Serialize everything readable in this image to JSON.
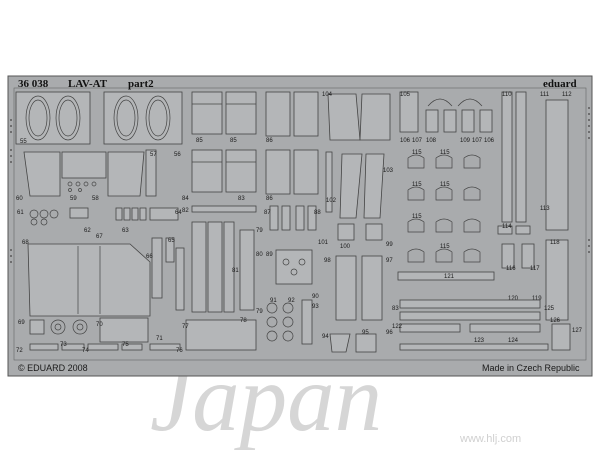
{
  "sheet": {
    "header": {
      "code": "36 038",
      "title": "LAV-AT",
      "subtitle": "part2",
      "brand": "eduard"
    },
    "footer": {
      "copyright": "© EDUARD 2008",
      "origin": "Made in Czech Republic"
    },
    "watermark": {
      "script": "Japan",
      "url": "www.hlj.com"
    },
    "colors": {
      "fret": "#a9abad",
      "part": "#b4b6b8",
      "outline": "#444444"
    }
  },
  "part_numbers": {
    "n55": "55",
    "n56": "56",
    "n57": "57",
    "n58": "58",
    "n59": "59",
    "n60": "60",
    "n61": "61",
    "n62": "62",
    "n63": "63",
    "n64": "64",
    "n65": "65",
    "n66": "66",
    "n67": "67",
    "n68": "68",
    "n69": "69",
    "n70": "70",
    "n71": "71",
    "n72": "72",
    "n73": "73",
    "n74": "74",
    "n75": "75",
    "n76": "76",
    "n77": "77",
    "n78": "78",
    "n79a": "79",
    "n79b": "79",
    "n80": "80",
    "n81": "81",
    "n82": "82",
    "n83a": "83",
    "n83b": "83",
    "n84": "84",
    "n85a": "85",
    "n85b": "85",
    "n86a": "86",
    "n86b": "86",
    "n87": "87",
    "n88": "88",
    "n89": "89",
    "n90": "90",
    "n91": "91",
    "n92": "92",
    "n93": "93",
    "n94": "94",
    "n95": "95",
    "n96": "96",
    "n97": "97",
    "n98": "98",
    "n99": "99",
    "n100": "100",
    "n101": "101",
    "n102": "102",
    "n103": "103",
    "n104": "104",
    "n105": "105",
    "n106a": "106",
    "n106b": "106",
    "n107a": "107",
    "n107b": "107",
    "n108": "108",
    "n109": "109",
    "n110": "110",
    "n111": "111",
    "n112": "112",
    "n113": "113",
    "n114": "114",
    "n115a": "115",
    "n115b": "115",
    "n115c": "115",
    "n115d": "115",
    "n115e": "115",
    "n115f": "115",
    "n116": "116",
    "n117": "117",
    "n118": "118",
    "n119": "119",
    "n120": "120",
    "n121": "121",
    "n122": "122",
    "n123": "123",
    "n124": "124",
    "n125": "125",
    "n126": "126",
    "n127": "127"
  }
}
